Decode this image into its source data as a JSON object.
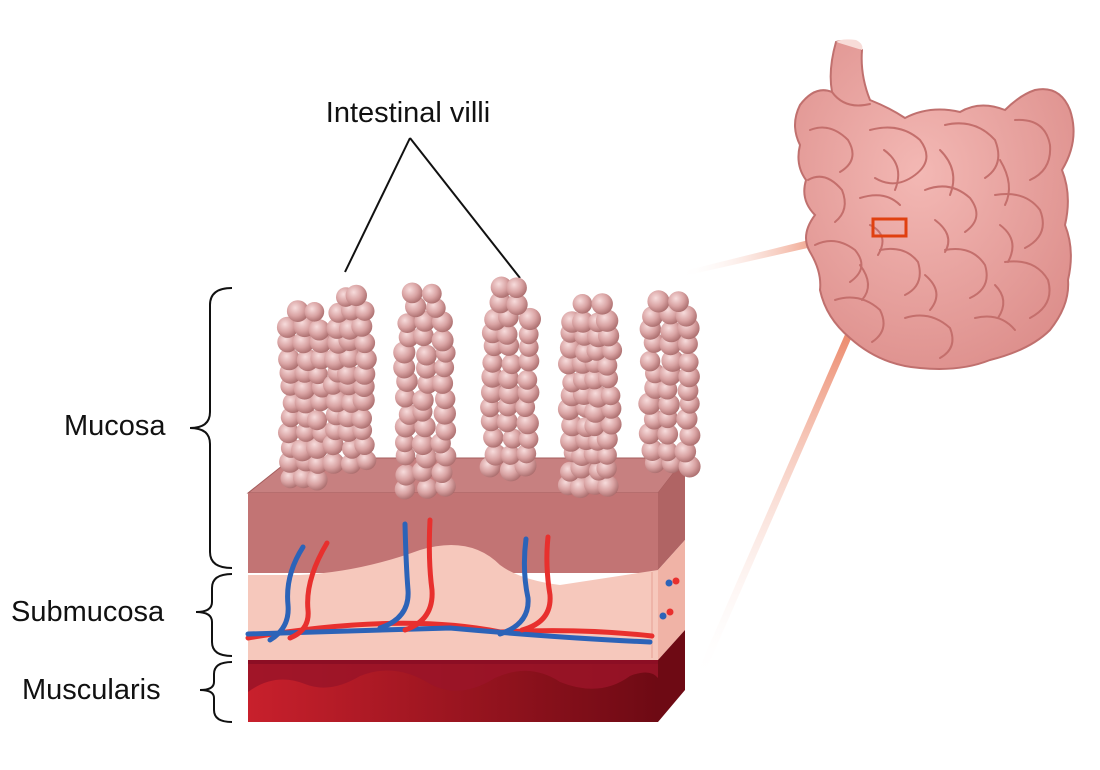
{
  "labels": {
    "villi": "Intestinal villi",
    "mucosa": "Mucosa",
    "submucosa": "Submucosa",
    "muscularis": "Muscularis"
  },
  "colors": {
    "villus_ball": "#d8a0a0",
    "mucosa_top": "#c78080",
    "mucosa_front": "#c27474",
    "submucosa": "#f5c4b8",
    "muscularis_dark": "#8c0e24",
    "muscularis_light": "#c21e2e",
    "artery": "#e8302e",
    "vein": "#2c63b8",
    "intestine": "#e9a0a0",
    "zoom_highlight": "#e04010"
  },
  "icons": {
    "intestine": "small-intestine-illustration",
    "zoom": "zoom-callout-box"
  }
}
